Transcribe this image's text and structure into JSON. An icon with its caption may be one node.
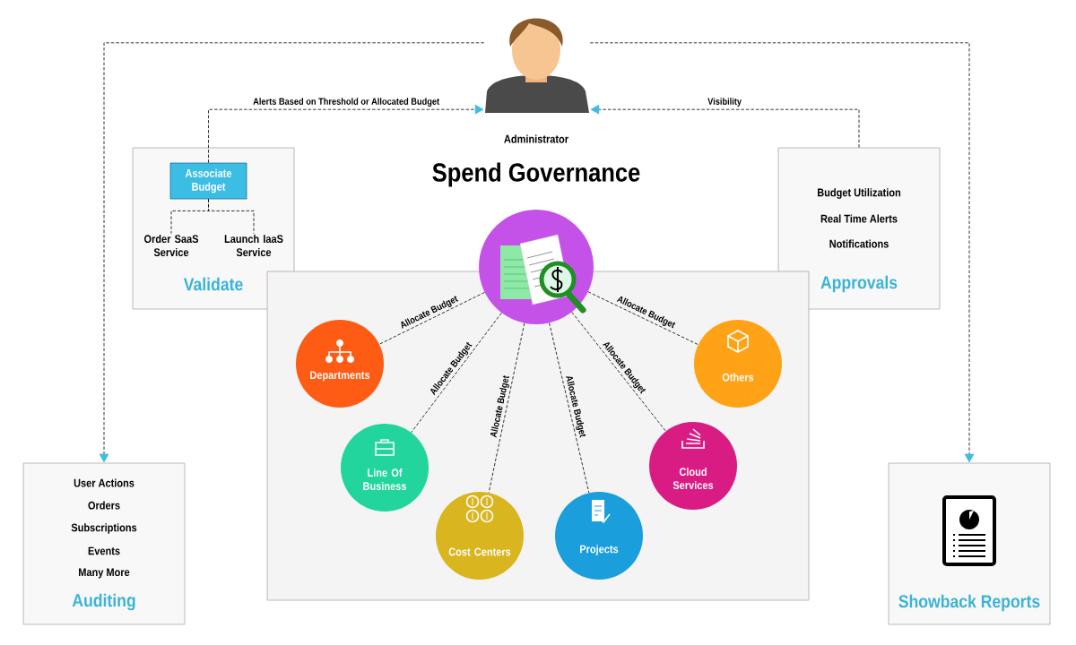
{
  "diagram": {
    "title": "Spend Governance",
    "nodes": [
      {
        "text": [],
        "shape": "person",
        "beside": [
          "Administrator"
        ]
      },
      {
        "text": [
          "Validate"
        ]
      },
      {
        "text": [
          "Associate Budget"
        ],
        "in": 1
      },
      {
        "text": [
          "Order SaaS Service"
        ],
        "in": 1
      },
      {
        "text": [
          "Launch IaaS Service"
        ],
        "in": 1
      },
      {
        "text": [
          "Budget Utilization",
          "Real Time Alerts",
          "Notifications",
          "Approvals"
        ]
      },
      {
        "text": [
          "User Actions",
          "Orders",
          "Subscriptions",
          "Events",
          "Many More",
          "Auditing"
        ]
      },
      {
        "text": [
          "Showback Reports"
        ]
      },
      {
        "text": [],
        "shape": "box"
      },
      {
        "text": [],
        "shape": "circle"
      },
      {
        "text": [
          "Departments"
        ],
        "in": 8
      },
      {
        "text": [
          "Line Of Business"
        ],
        "in": 8
      },
      {
        "text": [
          "Cost Centers"
        ],
        "in": 8
      },
      {
        "text": [
          "Projects"
        ],
        "in": 8
      },
      {
        "text": [
          "Cloud Services"
        ],
        "in": 8
      },
      {
        "text": [
          "Others"
        ],
        "in": 8
      }
    ],
    "edges": [
      {
        "from": 2,
        "to": 0,
        "arrow": "to",
        "label": "Alerts Based on Threshold or  Allocated Budget",
        "style": "dashed"
      },
      {
        "from": 5,
        "to": 0,
        "arrow": "to",
        "label": "Visibility",
        "style": "dashed"
      },
      {
        "from": 0,
        "to": 6,
        "arrow": "to",
        "style": "dashed"
      },
      {
        "from": 0,
        "to": 7,
        "arrow": "to",
        "style": "dashed"
      },
      {
        "from": 2,
        "to": 3,
        "arrow": "none",
        "style": "dashed"
      },
      {
        "from": 2,
        "to": 4,
        "arrow": "none",
        "style": "dashed"
      },
      {
        "from": 9,
        "to": 10,
        "arrow": "none",
        "label": "Allocate Budget",
        "style": "dashed"
      },
      {
        "from": 9,
        "to": 11,
        "arrow": "none",
        "label": "Allocate Budget",
        "style": "dashed"
      },
      {
        "from": 9,
        "to": 12,
        "arrow": "none",
        "label": "Allocate Budget",
        "style": "dashed"
      },
      {
        "from": 9,
        "to": 13,
        "arrow": "none",
        "label": "Allocate Budget",
        "style": "dashed"
      },
      {
        "from": 9,
        "to": 14,
        "arrow": "none",
        "label": "Allocate Budget",
        "style": "dashed"
      },
      {
        "from": 9,
        "to": 15,
        "arrow": "none",
        "label": "Allocate Budget",
        "style": "dashed"
      }
    ]
  }
}
